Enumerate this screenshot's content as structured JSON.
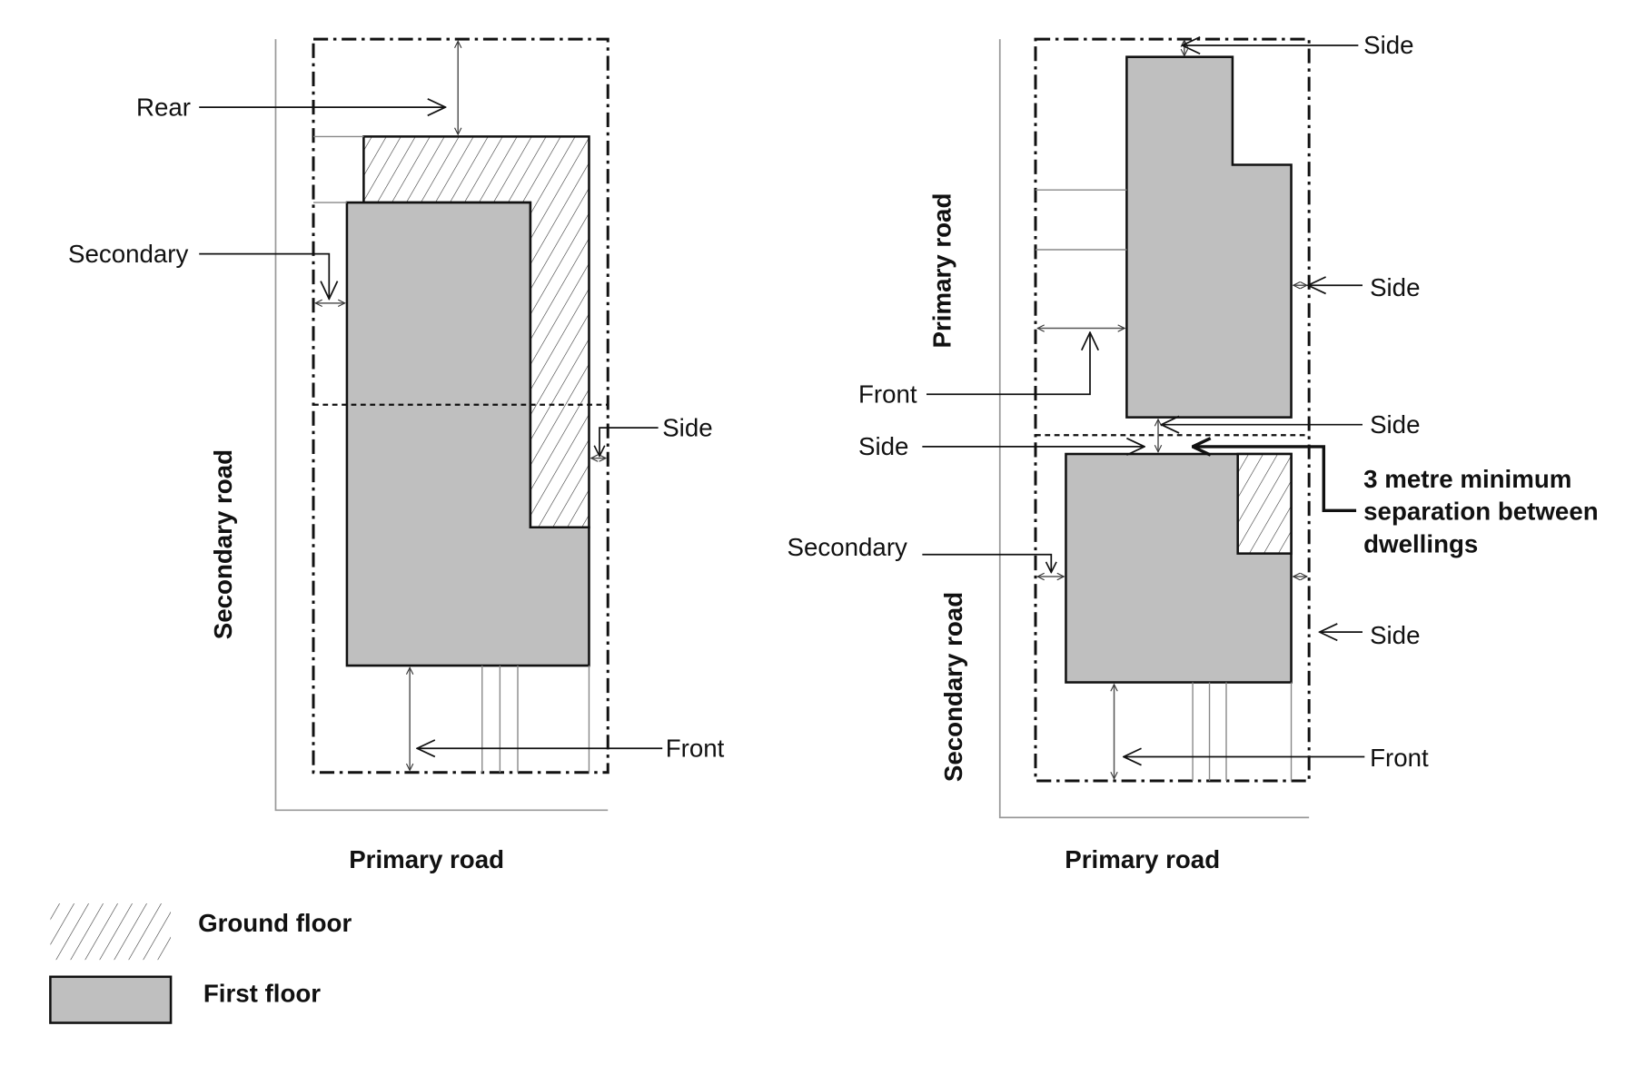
{
  "figure": {
    "left_plan": {
      "labels": {
        "rear": "Rear",
        "secondary": "Secondary",
        "side": "Side",
        "front": "Front",
        "secondary_road": "Secondary road",
        "primary_road": "Primary road"
      }
    },
    "right_plan": {
      "labels": {
        "side_top": "Side",
        "side_upper_right": "Side",
        "primary_road_vertical": "Primary road",
        "front_upper": "Front",
        "side_middle_right": "Side",
        "side_middle_left": "Side",
        "separation_line1": "3 metre minimum",
        "separation_line2": "separation between",
        "separation_line3": "dwellings",
        "secondary": "Secondary",
        "secondary_road": "Secondary road",
        "side_lower_right": "Side",
        "front_lower": "Front",
        "primary_road": "Primary road"
      }
    },
    "legend": {
      "ground_floor": "Ground floor",
      "first_floor": "First floor"
    },
    "colors": {
      "first_floor_fill": "#bfbfbf",
      "line": "#111111",
      "road_line": "#999999"
    }
  }
}
